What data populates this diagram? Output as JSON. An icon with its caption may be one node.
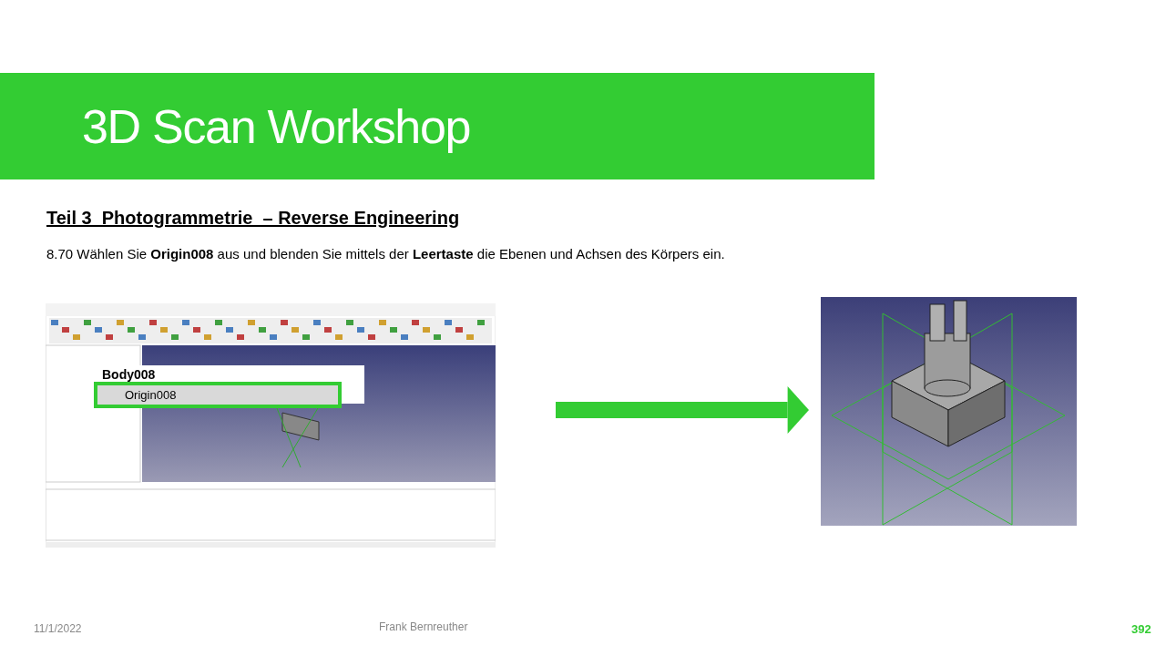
{
  "diagram": {
    "title": "3D Scan Workshop",
    "nodes": [
      {
        "text": [],
        "shape": "picture"
      },
      {
        "text": [],
        "shape": "picture"
      }
    ],
    "edges": [
      {
        "from": 0,
        "to": 1,
        "arrow": "to"
      }
    ],
    "labels": [
      "Teil 3  Photogrammetrie  – Reverse Engineering",
      "8.70 Wählen Sie **Origin008** aus und blenden Sie mittels der **Leertaste** die Ebenen und Achsen des Körpers ein.",
      "Body008",
      "Origin008",
      "11/1/2022",
      "Frank Bernreuther",
      "392"
    ]
  }
}
